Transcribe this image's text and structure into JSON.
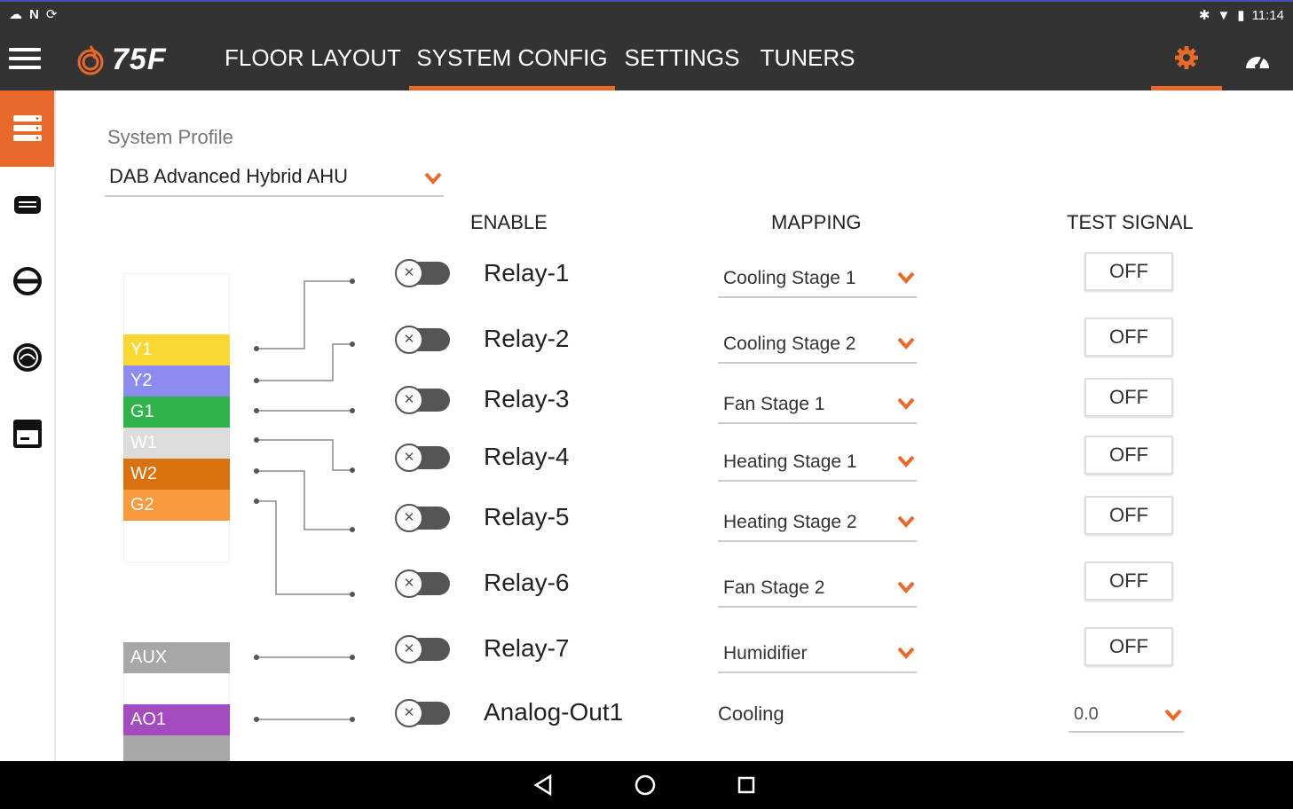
{
  "status_bar": {
    "left_icons": [
      "cloud-icon",
      "n-icon",
      "sync-icon"
    ],
    "time": "11:14",
    "right_icons": [
      "bluetooth-icon",
      "wifi-icon",
      "battery-icon"
    ]
  },
  "app_bar": {
    "logo_text": "75F",
    "tabs": [
      {
        "label": "FLOOR LAYOUT",
        "active": false
      },
      {
        "label": "SYSTEM CONFIG",
        "active": true
      },
      {
        "label": "SETTINGS",
        "active": false
      },
      {
        "label": "TUNERS",
        "active": false
      }
    ],
    "accent_color": "#e8692a"
  },
  "system_profile": {
    "label": "System Profile",
    "value": "DAB Advanced Hybrid AHU"
  },
  "columns": {
    "enable": "ENABLE",
    "mapping": "MAPPING",
    "test_signal": "TEST SIGNAL"
  },
  "terminal_blocks": [
    {
      "label": "Y1",
      "color": "#f9d835"
    },
    {
      "label": "Y2",
      "color": "#8c8cf0"
    },
    {
      "label": "G1",
      "color": "#2fb34a"
    },
    {
      "label": "W1",
      "color": "#dcdcdc"
    },
    {
      "label": "W2",
      "color": "#d9720e"
    },
    {
      "label": "G2",
      "color": "#fb9a3c"
    },
    {
      "label": "AUX",
      "color": "#a7a7a7"
    },
    {
      "label": "AO1",
      "color": "#a44bc0"
    }
  ],
  "relays": [
    {
      "name": "Relay-1",
      "mapping": "Cooling Stage 1",
      "test": "OFF",
      "enabled": false
    },
    {
      "name": "Relay-2",
      "mapping": "Cooling Stage 2",
      "test": "OFF",
      "enabled": false
    },
    {
      "name": "Relay-3",
      "mapping": "Fan Stage 1",
      "test": "OFF",
      "enabled": false
    },
    {
      "name": "Relay-4",
      "mapping": "Heating Stage 1",
      "test": "OFF",
      "enabled": false
    },
    {
      "name": "Relay-5",
      "mapping": "Heating Stage 2",
      "test": "OFF",
      "enabled": false
    },
    {
      "name": "Relay-6",
      "mapping": "Fan Stage 2",
      "test": "OFF",
      "enabled": false
    },
    {
      "name": "Relay-7",
      "mapping": "Humidifier",
      "test": "OFF",
      "enabled": false
    }
  ],
  "analog_out": {
    "name": "Analog-Out1",
    "mapping": "Cooling",
    "value": "0.0",
    "enabled": false
  },
  "toggle_off_symbol": "✕"
}
